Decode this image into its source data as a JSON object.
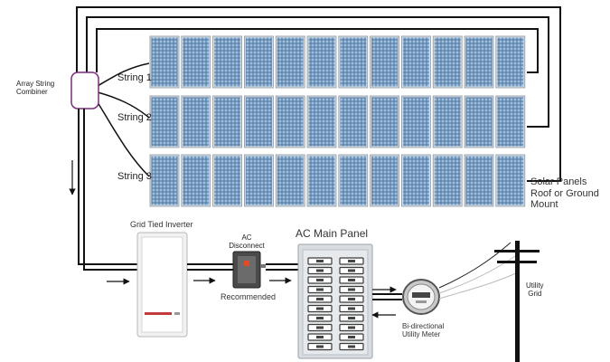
{
  "combiner": {
    "label_line1": "Array String",
    "label_line2": "Combiner"
  },
  "strings": [
    {
      "label": "String 1",
      "panel_count": 12
    },
    {
      "label": "String 2",
      "panel_count": 12
    },
    {
      "label": "String 3",
      "panel_count": 12
    }
  ],
  "solar_panels": {
    "label_line1": "Solar Panels",
    "label_line2": "Roof or Ground",
    "label_line3": "Mount"
  },
  "inverter": {
    "label": "Grid Tied Inverter"
  },
  "ac_disconnect": {
    "label_line1": "AC",
    "label_line2": "Disconnect",
    "note": "Recommended"
  },
  "ac_main_panel": {
    "label": "AC Main Panel",
    "breaker_rows": 10
  },
  "meter": {
    "label_line1": "Bi-directional",
    "label_line2": "Utility Meter"
  },
  "utility_grid": {
    "label_line1": "Utility",
    "label_line2": "Grid"
  },
  "colors": {
    "panel_fill": "#5b7fa8",
    "panel_cell": "#aac6e2",
    "wire": "#111111",
    "combiner_border": "#7a2d7a",
    "frame": "#d8dde2"
  }
}
